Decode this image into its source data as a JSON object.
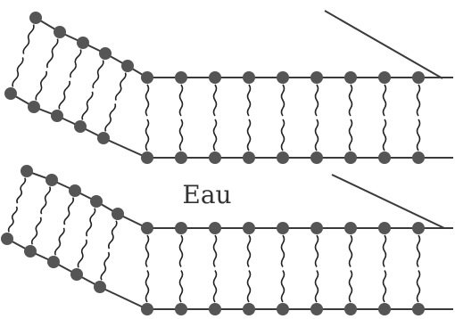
{
  "diagram": {
    "label_between": "Eau",
    "colors": {
      "head": "#555555",
      "tail": "#222222",
      "line": "#3a3a3a",
      "label": "#333333",
      "background": "#ffffff"
    },
    "layers": [
      {
        "name": "upper-bilayer-diagonal-portion"
      },
      {
        "name": "lower-bilayer-diagonal-portion"
      }
    ]
  }
}
